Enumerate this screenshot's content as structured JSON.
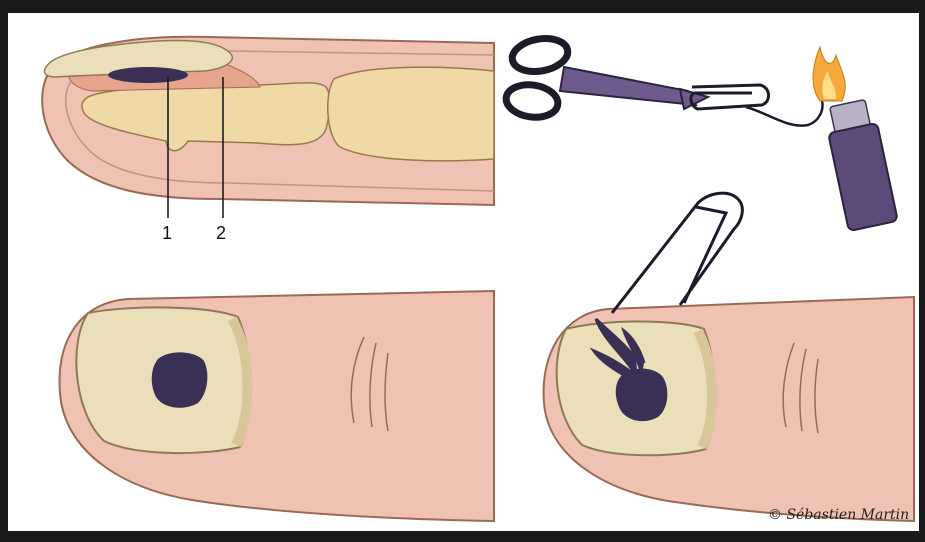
{
  "figure": {
    "labels": {
      "one": "1",
      "two": "2"
    },
    "credit": "© Sébastien Martin"
  },
  "colors": {
    "background": "#1a1a1a",
    "panel": "#ffffff",
    "skin": "#f0c2b4",
    "skin_outline": "#9a6a55",
    "bone": "#efd9a6",
    "nail": "#eadfb8",
    "nail_bed": "#e6a48c",
    "hematoma": "#3a2f55",
    "tool": "#6e5b8e",
    "flame": "#f5a93a"
  }
}
